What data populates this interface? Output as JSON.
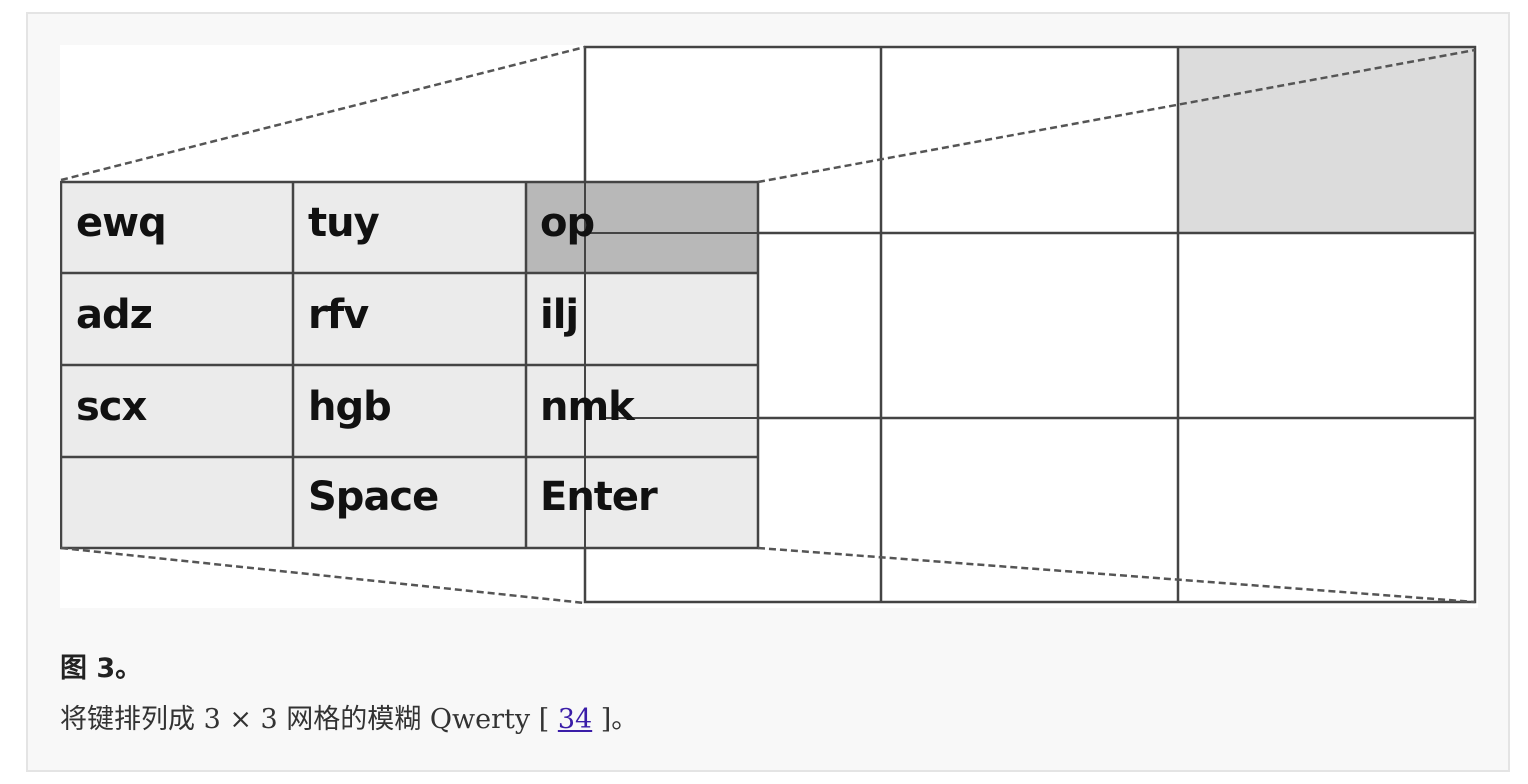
{
  "figure": {
    "title": "图 3。",
    "caption_prefix": "将键排列成 3 × 3 网格的模糊 Qwerty [ ",
    "reference_label": "34",
    "caption_suffix": " ]。",
    "colors": {
      "frame_bg": "#f8f8f8",
      "key_fill": "#ebebeb",
      "selected_key_fill": "#b8b8b8",
      "zoomed_cell_fill": "#dcdcdc",
      "link": "#3a1da8"
    }
  },
  "keyboard": {
    "rows": [
      [
        "ewq",
        "tuy",
        "op"
      ],
      [
        "adz",
        "rfv",
        "ilj"
      ],
      [
        "scx",
        "hgb",
        "nmk"
      ],
      [
        "",
        "Space",
        "Enter"
      ]
    ],
    "highlighted_key": "op"
  },
  "zoom_grid": {
    "rows": 3,
    "cols": 3,
    "highlighted_cell": [
      0,
      2
    ]
  }
}
